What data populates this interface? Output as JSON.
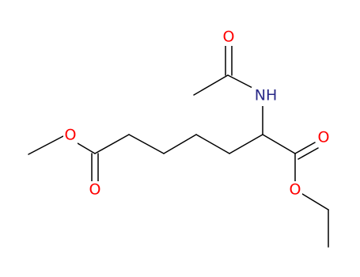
{
  "atoms": [
    {
      "id": "o1",
      "symbol": "O",
      "color": "#ff0000"
    },
    {
      "id": "n1",
      "symbol": "NH",
      "color": "#2a2a88"
    },
    {
      "id": "o2",
      "symbol": "O",
      "color": "#ff0000"
    },
    {
      "id": "o3",
      "symbol": "O",
      "color": "#ff0000"
    },
    {
      "id": "o4",
      "symbol": "O",
      "color": "#ff0000"
    },
    {
      "id": "o5",
      "symbol": "O",
      "color": "#ff0000"
    }
  ]
}
